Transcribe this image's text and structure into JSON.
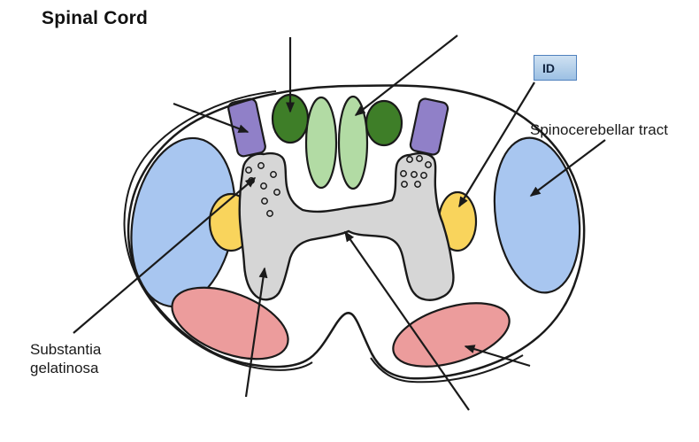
{
  "page": {
    "title": "Spinal Cord"
  },
  "diagram": {
    "labels": {
      "spinocerebellar": "Spinocerebellar tract",
      "substantia_line1": "Substantia",
      "substantia_line2": "gelatinosa",
      "id_box": "ID"
    },
    "colors": {
      "outline": "#1a1a1a",
      "gray_matter": "#d6d6d6",
      "white_matter": "#ffffff",
      "blue_tract": "#a8c6f0",
      "yellow_nucleus": "#f9d45c",
      "pink_region": "#ec9c9c",
      "dark_green": "#3e7e28",
      "light_green": "#b2dba4",
      "purple_tract": "#9080c8",
      "id_box_border": "#4f81bd",
      "id_box_fill_top": "#cfe1f2",
      "id_box_fill_bottom": "#9cc0e4",
      "text": "#1a1a1a"
    },
    "structures": [
      "cord-outline",
      "left-blue-ellipse",
      "right-blue-ellipse",
      "left-purple-rect",
      "right-purple-rect",
      "left-dark-green-oval",
      "right-dark-green-oval",
      "left-light-green-oval",
      "right-light-green-oval",
      "gray-matter-h",
      "left-yellow-oval",
      "right-yellow-oval",
      "left-pink-ellipse",
      "right-pink-ellipse"
    ]
  }
}
